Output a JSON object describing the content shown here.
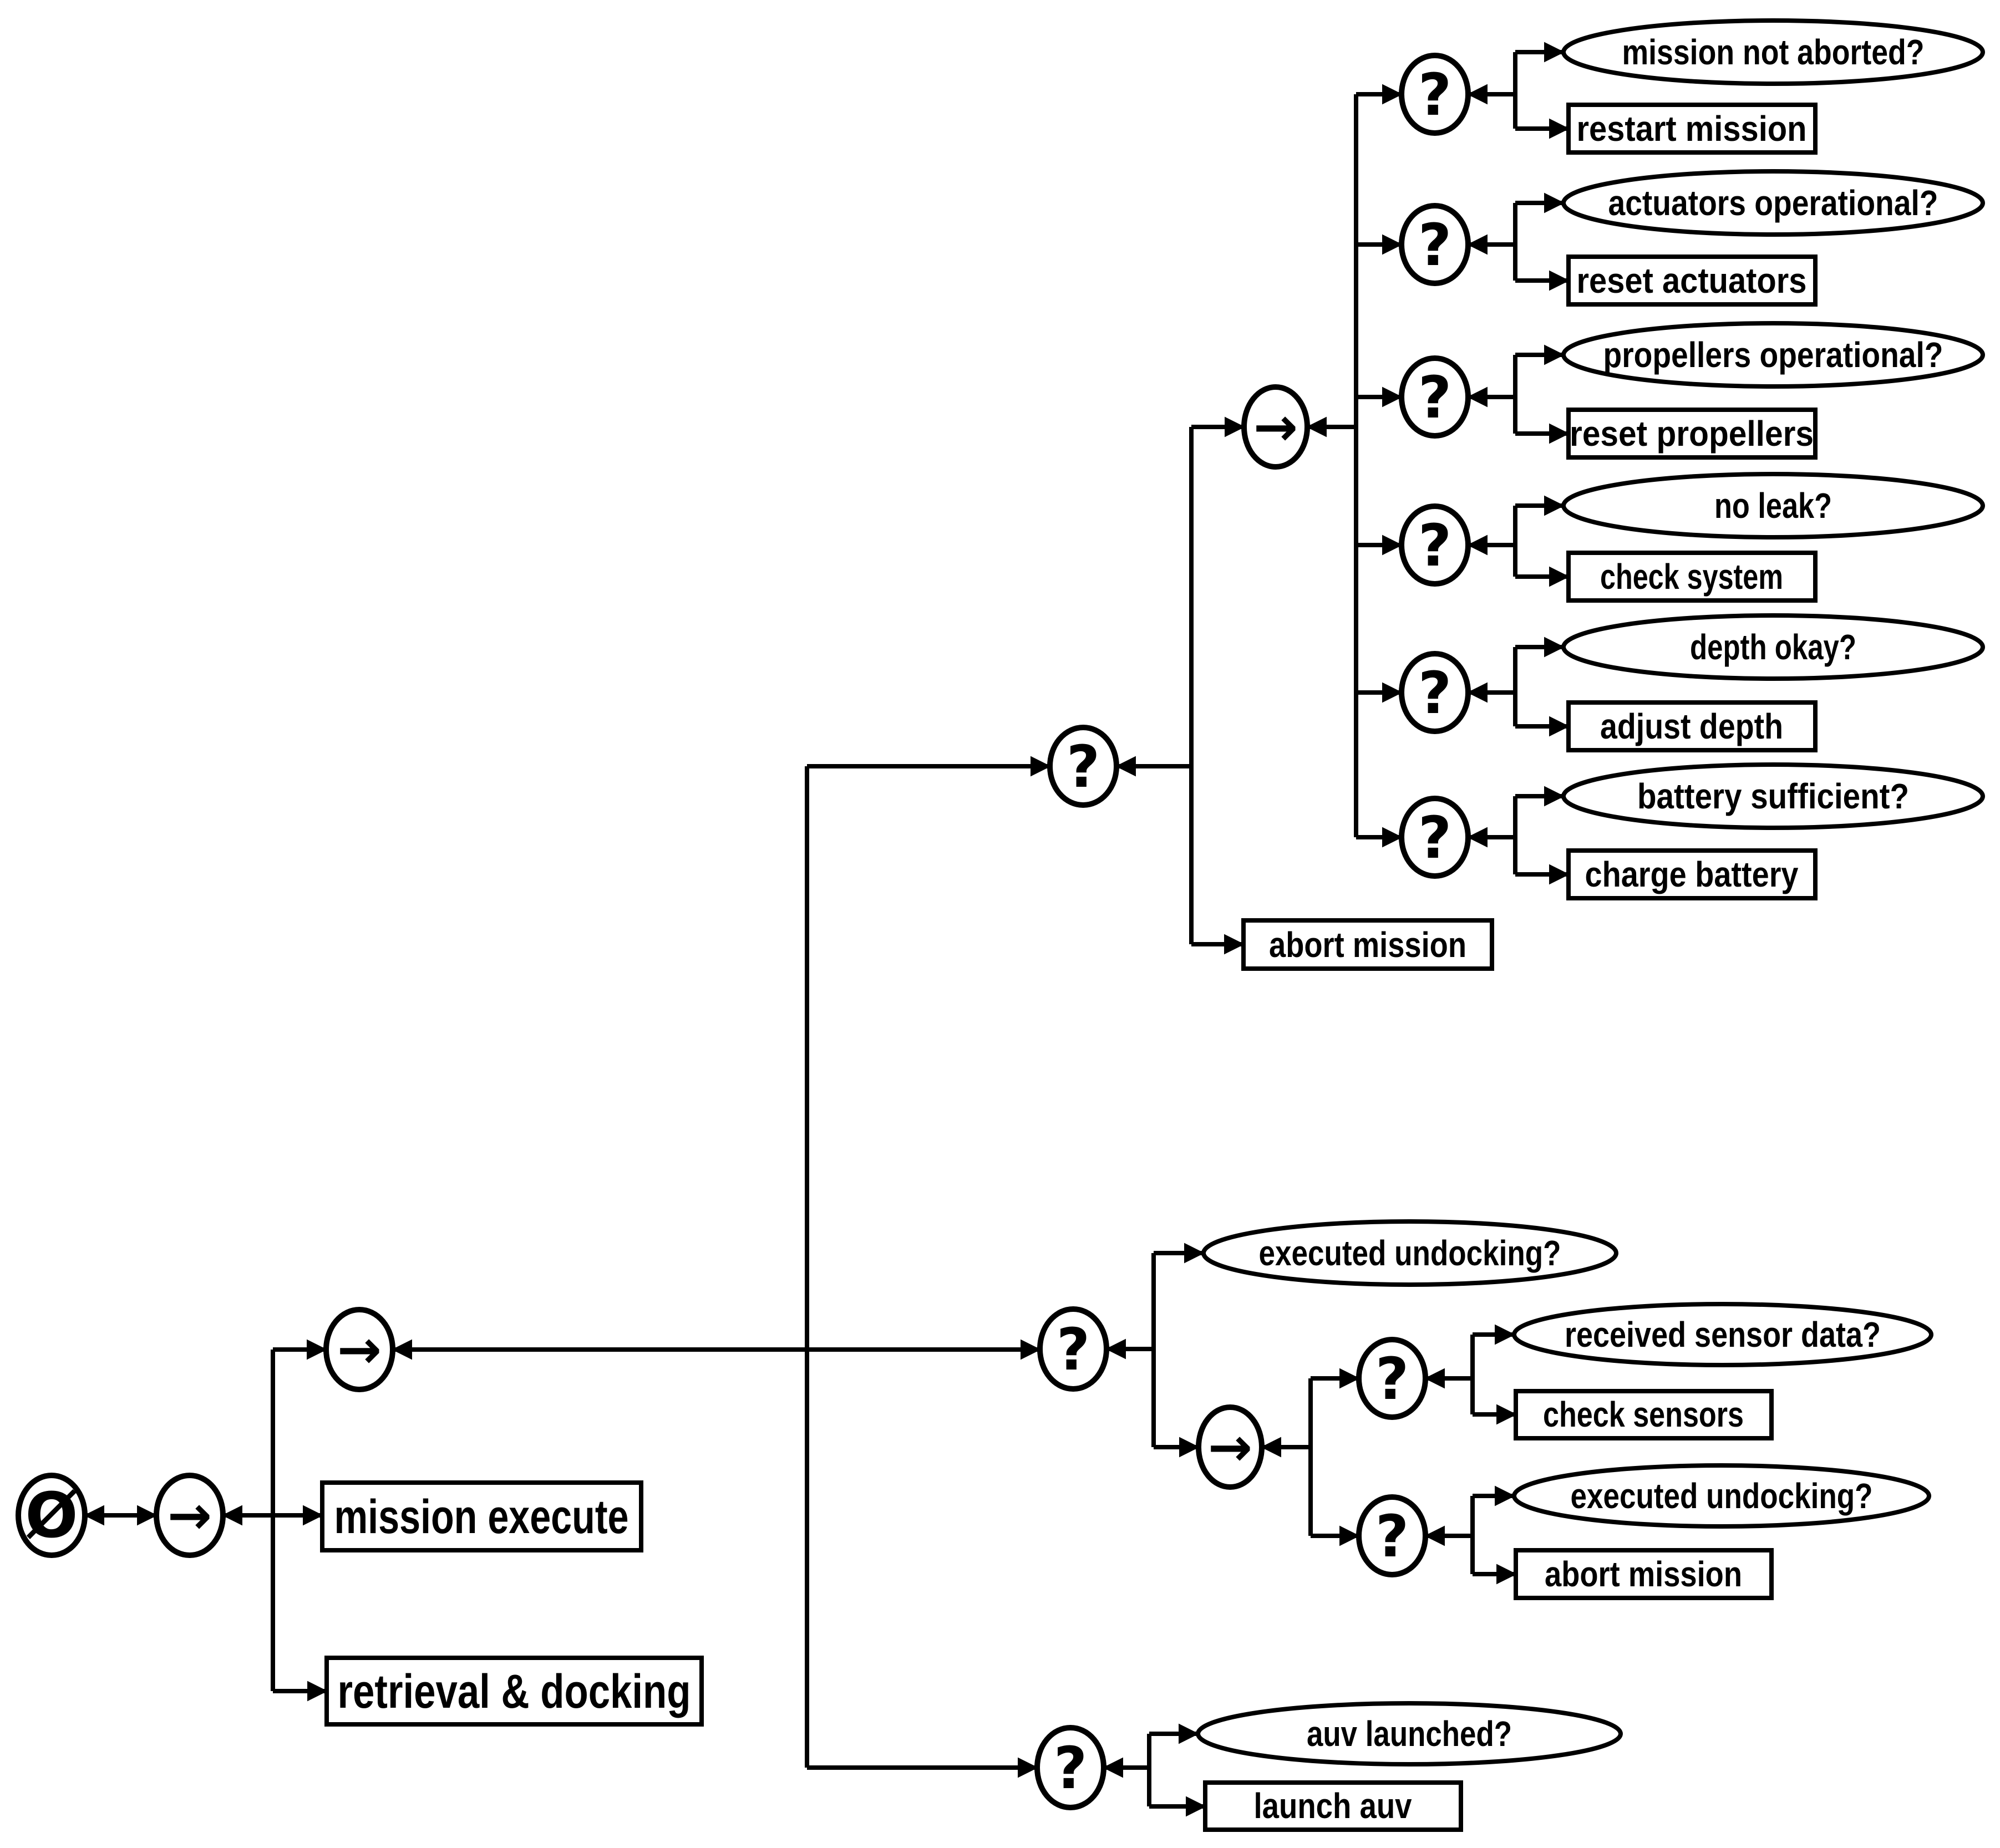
{
  "colors": {
    "stroke": "#000000",
    "background": "#ffffff"
  },
  "node_symbols": {
    "root": "Ø",
    "sequence": "→",
    "fallback": "?"
  },
  "tree": {
    "root_type": "root",
    "main_sequence_type": "sequence",
    "mission_execute": "mission execute",
    "retrieval_docking": "retrieval & docking",
    "health": {
      "fallback_type": "fallback",
      "sequence_type": "sequence",
      "pairs": [
        {
          "condition": "mission not aborted?",
          "action": "restart mission"
        },
        {
          "condition": "actuators operational?",
          "action": "reset actuators"
        },
        {
          "condition": "propellers operational?",
          "action": "reset propellers"
        },
        {
          "condition": "no leak?",
          "action": "check system"
        },
        {
          "condition": "depth okay?",
          "action": "adjust depth"
        },
        {
          "condition": "battery sufficient?",
          "action": "charge battery"
        }
      ],
      "abort_action": "abort mission"
    },
    "undocking": {
      "fallback_type": "fallback",
      "condition": "executed undocking?",
      "sequence_type": "sequence",
      "sensor": {
        "condition": "received sensor data?",
        "action": "check sensors"
      },
      "abort": {
        "condition": "executed undocking?",
        "action": "abort mission"
      }
    },
    "launch": {
      "fallback_type": "fallback",
      "condition": "auv launched?",
      "action": "launch auv"
    }
  }
}
